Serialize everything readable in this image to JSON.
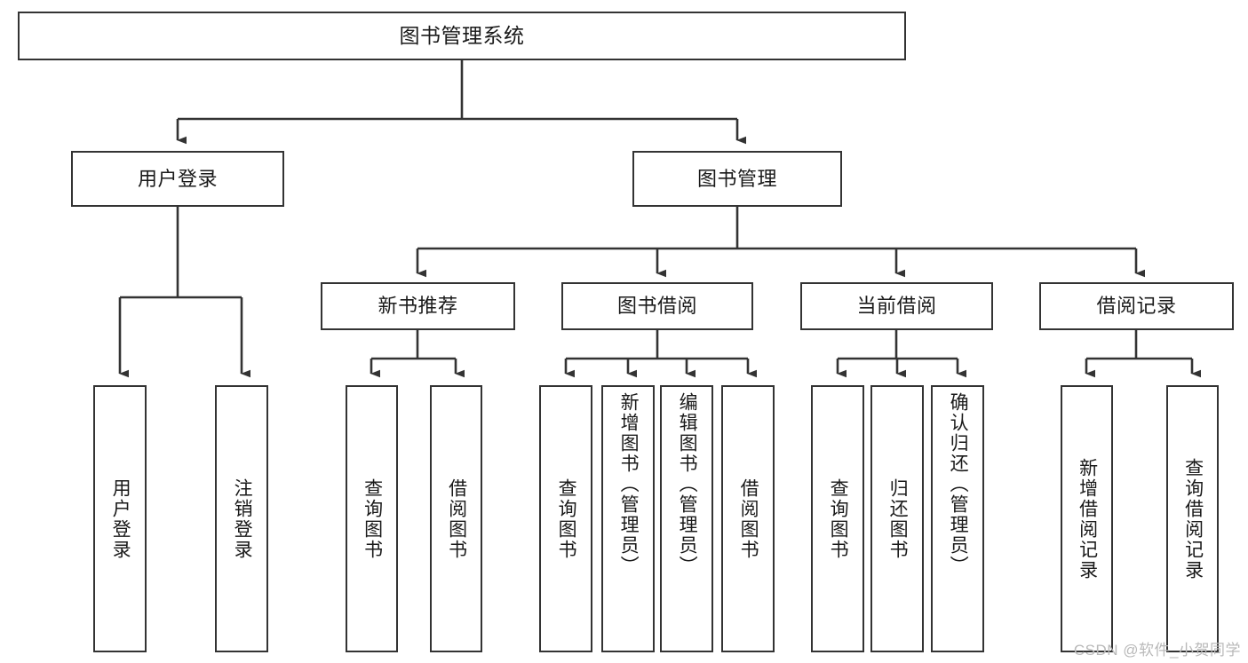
{
  "diagram": {
    "title": "图书管理系统",
    "type": "功能结构图",
    "stroke_color": "#333333",
    "text_color": "#1a1a1a",
    "background_color": "#ffffff",
    "watermark": "CSDN @软件_小贺同学"
  },
  "nodes": {
    "root": {
      "label": "图书管理系统"
    },
    "tier2": [
      {
        "label": "用户登录"
      },
      {
        "label": "图书管理"
      }
    ],
    "tier3": [
      {
        "label": "新书推荐"
      },
      {
        "label": "图书借阅"
      },
      {
        "label": "当前借阅"
      },
      {
        "label": "借阅记录"
      }
    ],
    "leaves": {
      "user_login": [
        {
          "label": "用户登录"
        },
        {
          "label": "注销登录"
        }
      ],
      "new_book_recommend": [
        {
          "label": "查询图书"
        },
        {
          "label": "借阅图书"
        }
      ],
      "book_borrow": [
        {
          "label": "查询图书"
        },
        {
          "label": "新增图书（管理员）"
        },
        {
          "label": "编辑图书（管理员）"
        },
        {
          "label": "借阅图书"
        }
      ],
      "current_borrow": [
        {
          "label": "查询图书"
        },
        {
          "label": "归还图书"
        },
        {
          "label": "确认归还（管理员）"
        }
      ],
      "borrow_record": [
        {
          "label": "新增借阅记录"
        },
        {
          "label": "查询借阅记录"
        }
      ]
    }
  }
}
